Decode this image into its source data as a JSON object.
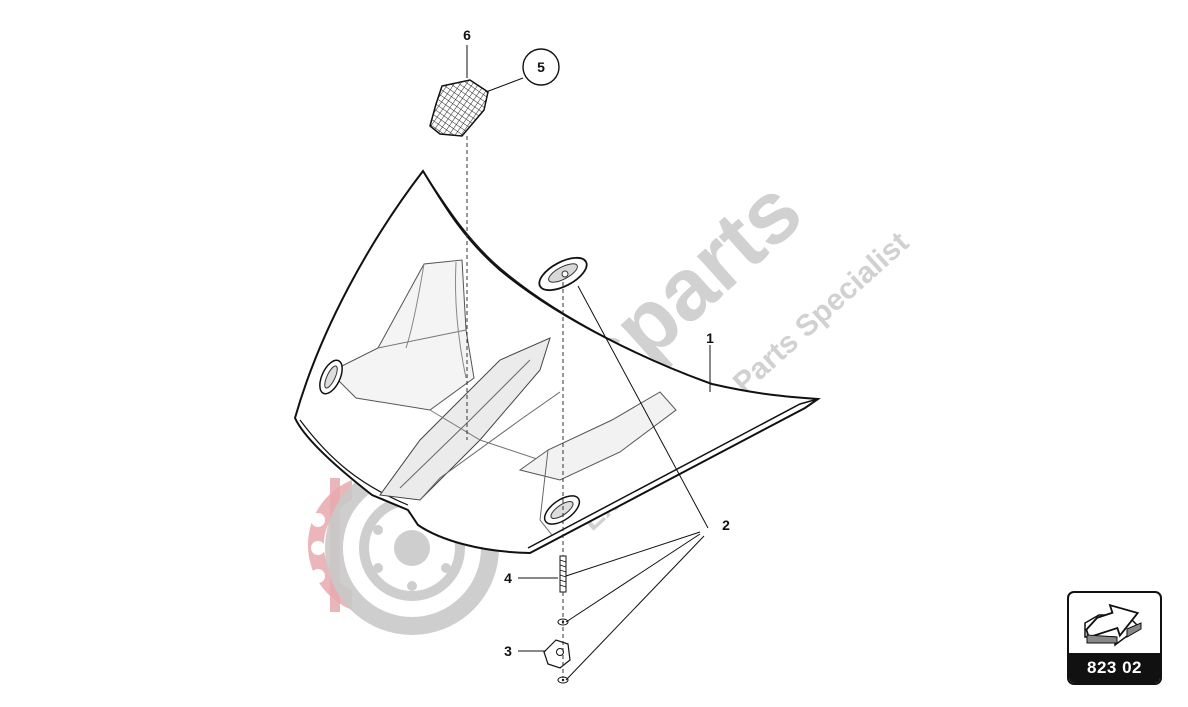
{
  "callouts": {
    "c1": "1",
    "c2": "2",
    "c3": "3",
    "c4": "4",
    "c5": "5",
    "c6": "6"
  },
  "watermark": {
    "brand": "Masparts",
    "tagline": "Exclusive Car Parts Specialist",
    "color": "#c9c9c9",
    "accent_color": "#e8a9ad"
  },
  "reference_badge": {
    "code": "823 02",
    "icon": "arrow-icon"
  }
}
